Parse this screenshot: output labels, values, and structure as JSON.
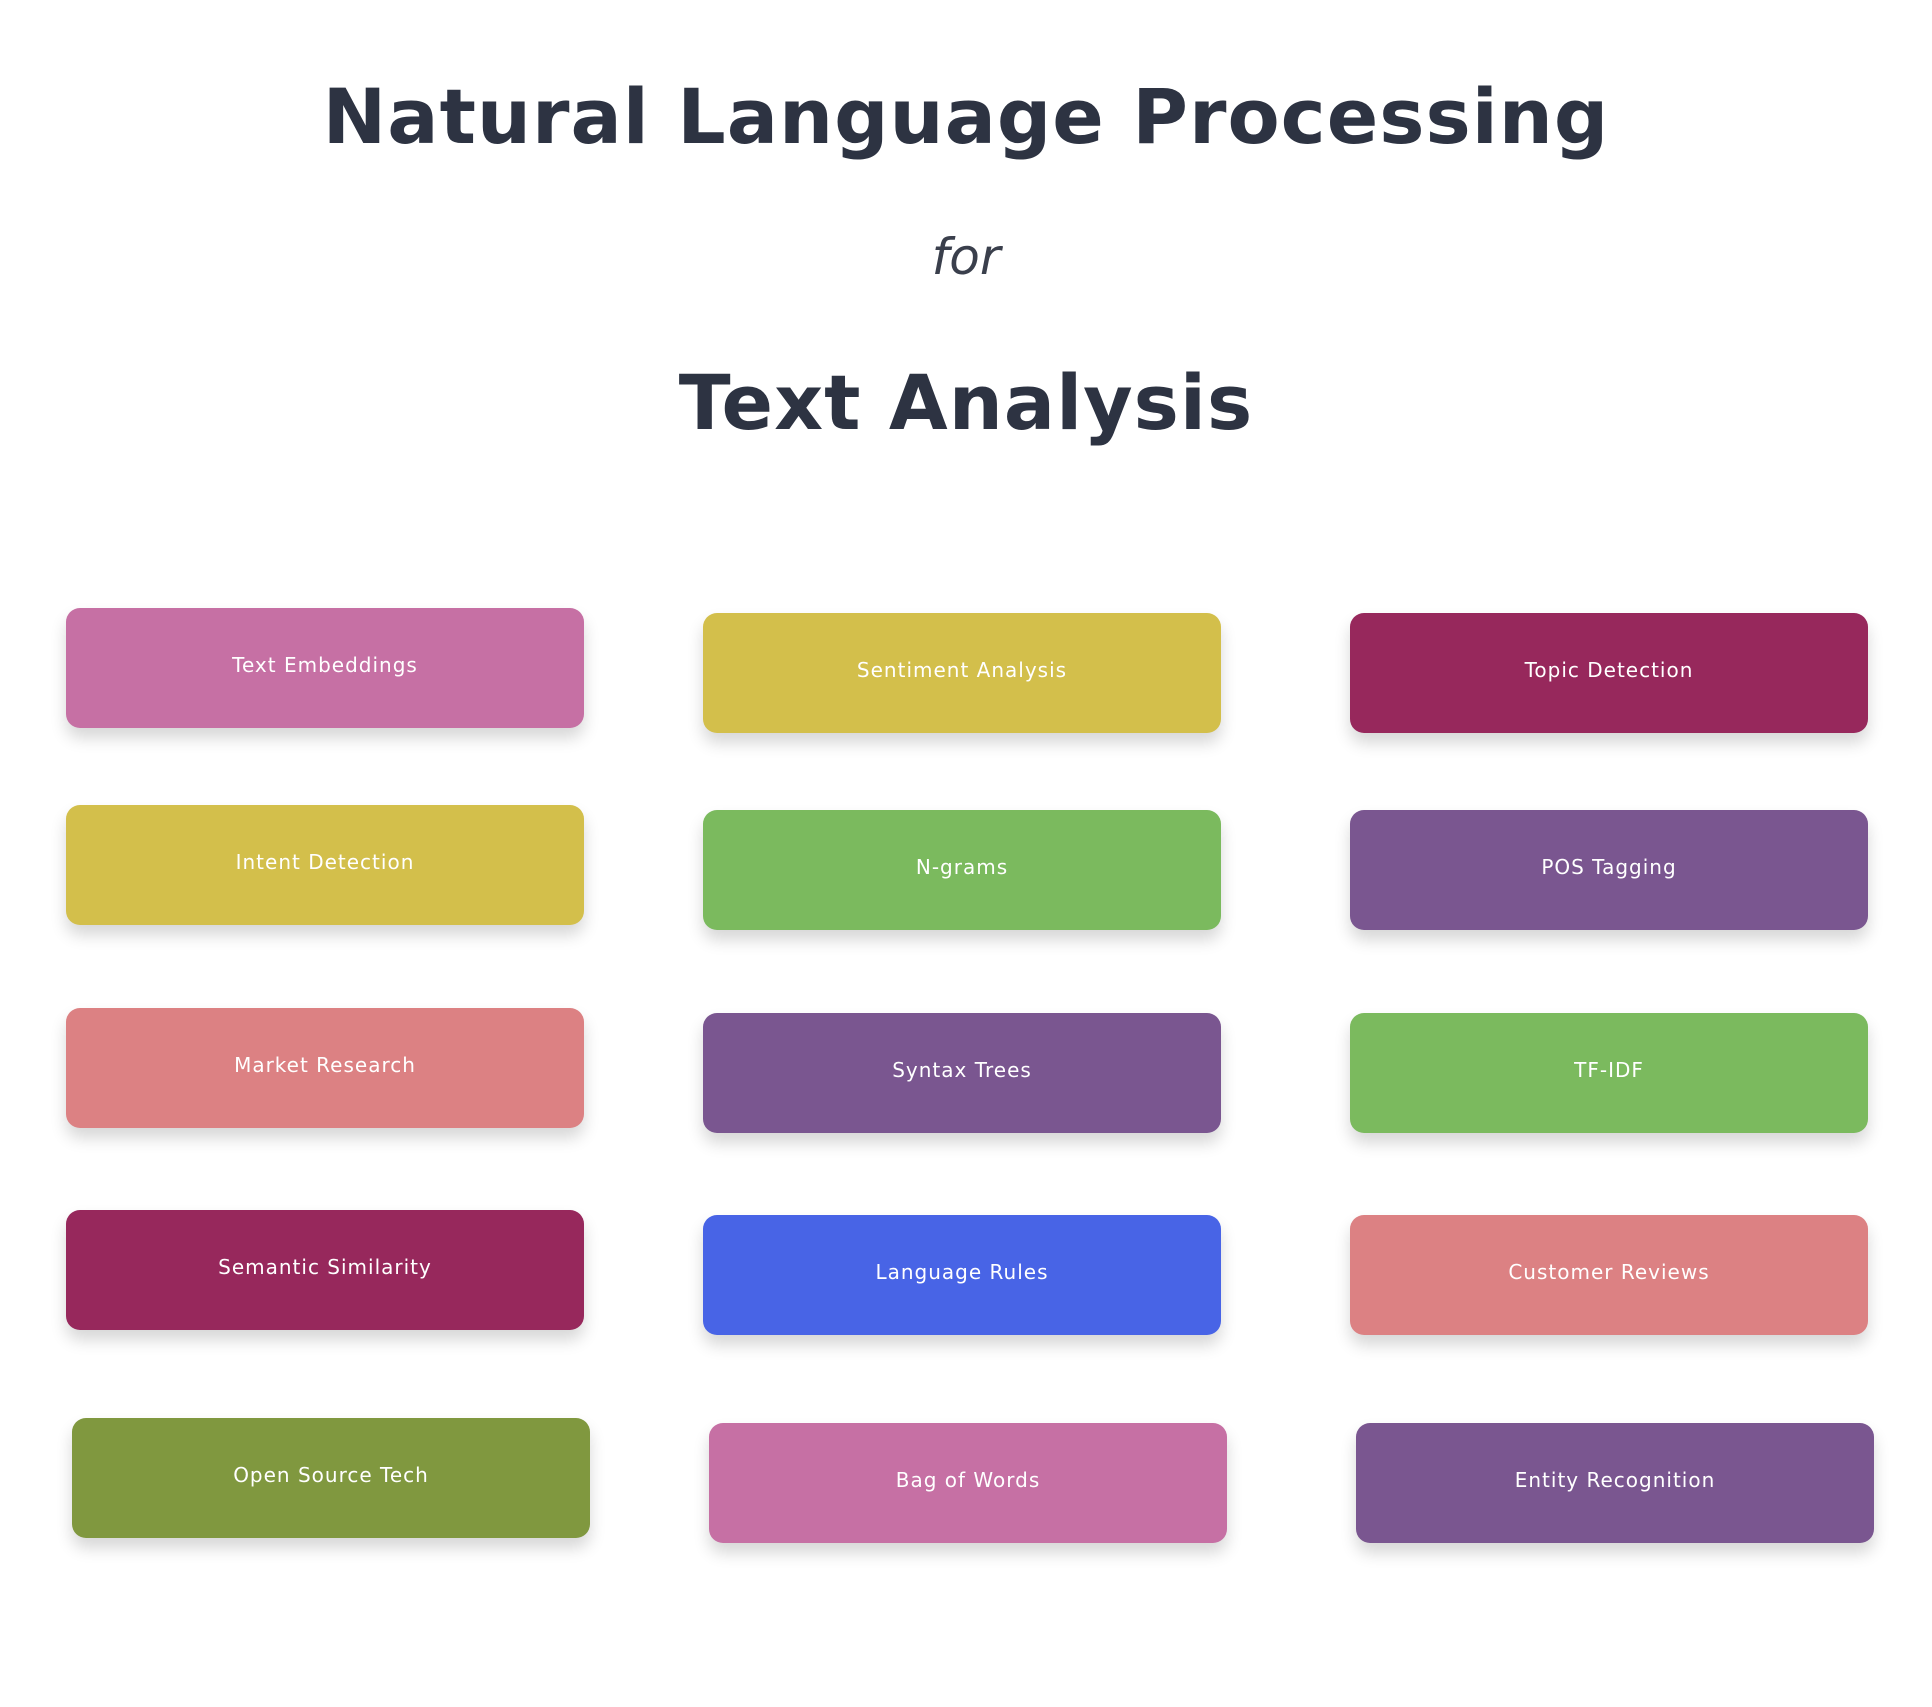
{
  "header": {
    "title": "Natural Language Processing",
    "connector": "for",
    "subtitle": "Text Analysis"
  },
  "tags": [
    {
      "label": "Text Embeddings",
      "color": "#c670a4"
    },
    {
      "label": "Sentiment Analysis",
      "color": "#d3bf4b"
    },
    {
      "label": "Topic Detection",
      "color": "#97285c"
    },
    {
      "label": "Intent Detection",
      "color": "#d3bf4b"
    },
    {
      "label": "N-grams",
      "color": "#7bba5e"
    },
    {
      "label": "POS Tagging",
      "color": "#7a5690"
    },
    {
      "label": "Market Research",
      "color": "#dc8183"
    },
    {
      "label": "Syntax Trees",
      "color": "#7a5690"
    },
    {
      "label": "TF-IDF",
      "color": "#7bba5e"
    },
    {
      "label": "Semantic Similarity",
      "color": "#97285c"
    },
    {
      "label": "Language Rules",
      "color": "#4864e6"
    },
    {
      "label": "Customer Reviews",
      "color": "#dc8183"
    },
    {
      "label": "Open Source Tech",
      "color": "#80983f"
    },
    {
      "label": "Bag of Words",
      "color": "#c670a4"
    },
    {
      "label": "Entity Recognition",
      "color": "#7a5690"
    }
  ]
}
